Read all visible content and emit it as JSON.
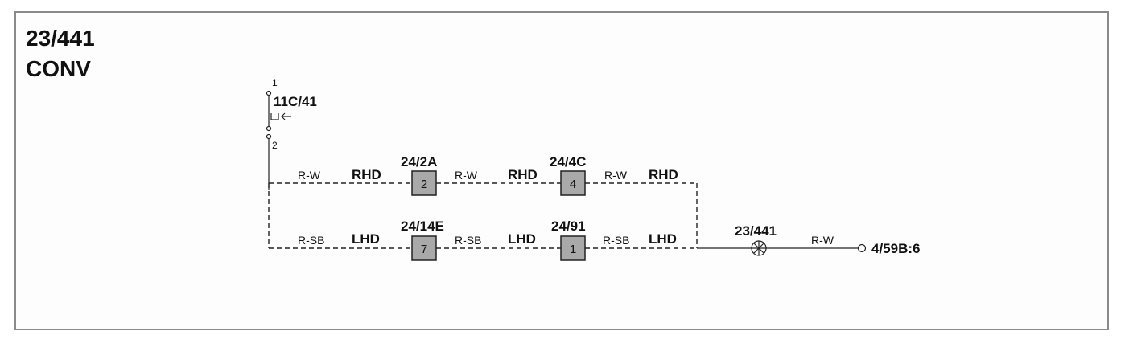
{
  "diagram": {
    "title": "23/441",
    "subtitle": "CONV",
    "switch": {
      "label": "11C/41",
      "pin_top": "1",
      "pin_bottom": "2"
    },
    "rhd_row": {
      "wire1": "R-W",
      "region1": "RHD",
      "conn1_label": "24/2A",
      "conn1_pin": "2",
      "wire2": "R-W",
      "region2": "RHD",
      "conn2_label": "24/4C",
      "conn2_pin": "4",
      "wire3": "R-W",
      "region3": "RHD"
    },
    "lhd_row": {
      "wire1": "R-SB",
      "region1": "LHD",
      "conn1_label": "24/14E",
      "conn1_pin": "7",
      "wire2": "R-SB",
      "region2": "LHD",
      "conn2_label": "24/91",
      "conn2_pin": "1",
      "wire3": "R-SB",
      "region3": "LHD"
    },
    "lamp": {
      "label": "23/441"
    },
    "output_wire": "R-W",
    "terminal": {
      "label": "4/59B:6"
    }
  }
}
